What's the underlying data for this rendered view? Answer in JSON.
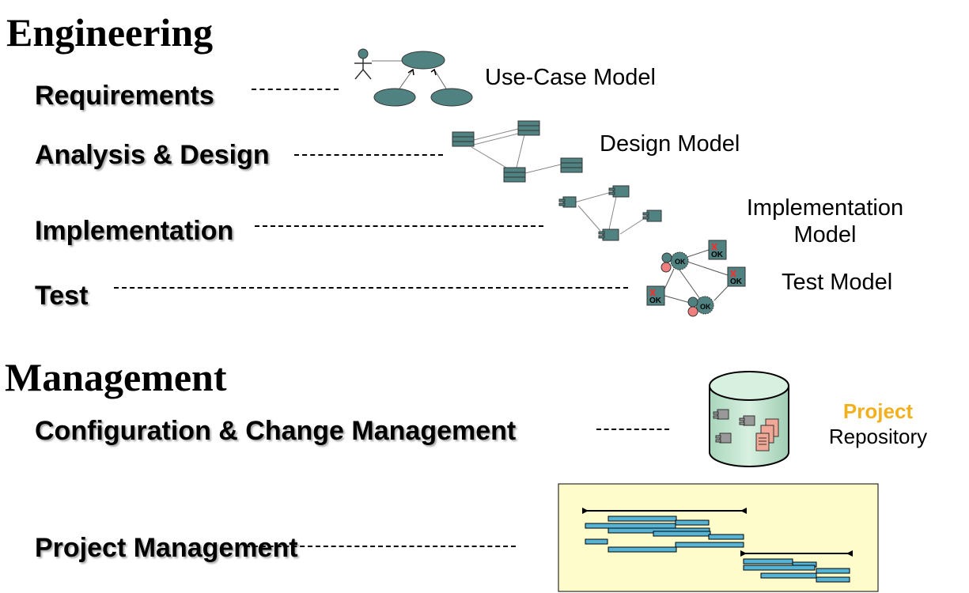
{
  "sections": {
    "engineering": "Engineering",
    "management": "Management"
  },
  "disciplines": {
    "requirements": "Requirements",
    "analysis_design": "Analysis & Design",
    "implementation": "Implementation",
    "test": "Test",
    "config_change": "Configuration & Change Management",
    "project_management": "Project Management"
  },
  "models": {
    "use_case": "Use-Case Model",
    "design": "Design  Model",
    "implementation_line1": "Implementation",
    "implementation_line2": "Model",
    "test": "Test Model"
  },
  "repository": {
    "project": "Project",
    "repository": "Repository"
  },
  "colors": {
    "model_fill": "#4f8280",
    "project_accent": "#f2b01e",
    "gantt_bg": "#fffccc",
    "gantt_bar": "#55b4d6",
    "repo_fill": "#c9e8d4",
    "doc_fill": "#f2a896"
  },
  "test_icon_text": "OK"
}
